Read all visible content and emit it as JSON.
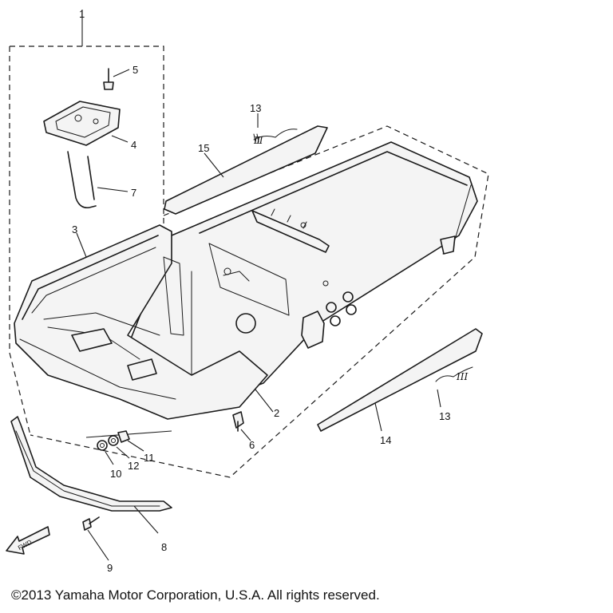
{
  "callouts": {
    "c1": "1",
    "c2": "2",
    "c3": "3",
    "c4": "4",
    "c5": "5",
    "c6": "6",
    "c7": "7",
    "c8": "8",
    "c9": "9",
    "c10": "10",
    "c11": "11",
    "c12": "12",
    "c13a": "13",
    "c13b": "13",
    "c14": "14",
    "c15": "15"
  },
  "emblem": {
    "text_top": "Ⅲ",
    "text_side": "III"
  },
  "fwd_marker": "FWD",
  "copyright": "©2013 Yamaha Motor Corporation, U.S.A. All rights reserved."
}
